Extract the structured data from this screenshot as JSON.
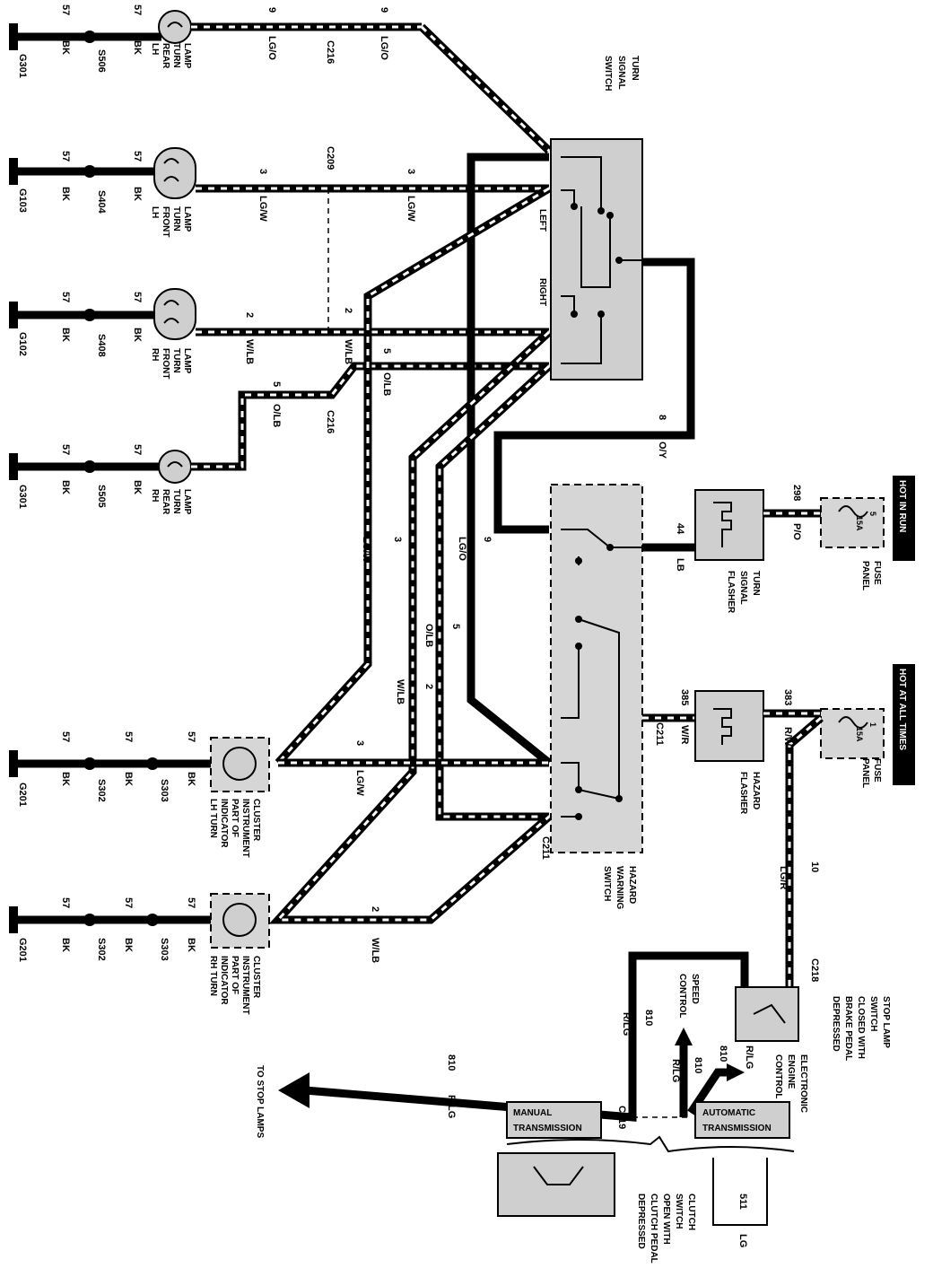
{
  "ground_lamps": [
    {
      "ground": "G301",
      "splice": "S506",
      "circuit": "57",
      "color": "BK",
      "lamp": [
        "LH",
        "REAR",
        "TURN",
        "LAMP"
      ]
    },
    {
      "ground": "G103",
      "splice": "S404",
      "circuit": "57",
      "color": "BK",
      "lamp": [
        "LH",
        "FRONT",
        "TURN",
        "LAMP"
      ]
    },
    {
      "ground": "G102",
      "splice": "S408",
      "circuit": "57",
      "color": "BK",
      "lamp": [
        "RH",
        "FRONT",
        "TURN",
        "LAMP"
      ]
    },
    {
      "ground": "G301",
      "splice": "S505",
      "circuit": "57",
      "color": "BK",
      "lamp": [
        "RH",
        "REAR",
        "TURN",
        "LAMP"
      ]
    }
  ],
  "indicators": [
    {
      "ground": "G201",
      "splice1": "S302",
      "splice2": "S303",
      "circuit": "57",
      "color": "BK",
      "label": [
        "LH TURN",
        "INDICATOR",
        "PART OF",
        "INSTRUMENT",
        "CLUSTER"
      ]
    },
    {
      "ground": "G201",
      "splice1": "S302",
      "splice2": "S303",
      "circuit": "57",
      "color": "BK",
      "label": [
        "RH TURN",
        "INDICATOR",
        "PART OF",
        "INSTRUMENT",
        "CLUSTER"
      ]
    }
  ],
  "wires": {
    "w9": {
      "num": "9",
      "color": "LG/O"
    },
    "w3": {
      "num": "3",
      "color": "LG/W"
    },
    "w2": {
      "num": "2",
      "color": "W/LB"
    },
    "w5": {
      "num": "5",
      "color": "O/LB"
    },
    "w8": {
      "num": "8",
      "color": "O/Y"
    },
    "w44": {
      "num": "44",
      "color": "LB"
    },
    "w298": {
      "num": "298",
      "color": "P/O"
    },
    "w385": {
      "num": "385",
      "color": "W/R"
    },
    "w383": {
      "num": "383",
      "color": "R/W"
    },
    "w10": {
      "num": "10",
      "color": "LG/R"
    },
    "w810": {
      "num": "810",
      "color": "R/LG"
    },
    "w511": {
      "num": "511",
      "color": "LG"
    }
  },
  "connectors": {
    "c216": "C216",
    "c209": "C209",
    "c211": "C211",
    "c218": "C218",
    "c219": "C219"
  },
  "turn_switch": {
    "title": [
      "TURN",
      "SIGNAL",
      "SWITCH"
    ],
    "left": "LEFT",
    "right": "RIGHT"
  },
  "hazard_switch": [
    "HAZARD",
    "WARNING",
    "SWITCH"
  ],
  "turn_flasher": [
    "TURN",
    "SIGNAL",
    "FLASHER"
  ],
  "hazard_flasher": [
    "HAZARD",
    "FLASHER"
  ],
  "fuse_panel": [
    "FUSE",
    "PANEL"
  ],
  "fuse1": {
    "amp": "15A",
    "num": "5"
  },
  "fuse2": {
    "amp": "15A",
    "num": "1"
  },
  "hot_in_run": "HOT IN RUN",
  "hot_at_all_times": "HOT AT ALL TIMES",
  "stop_lamp_switch": [
    "STOP LAMP",
    "SWITCH",
    "CLOSED WITH",
    "BRAKE PEDAL",
    "DEPRESSED"
  ],
  "speed_control": [
    "SPEED",
    "CONTROL"
  ],
  "eec": [
    "ELECTRONIC",
    "ENGINE",
    "CONTROL"
  ],
  "to_stop_lamps": "TO STOP LAMPS",
  "manual_transmission": [
    "MANUAL",
    "TRANSMISSION"
  ],
  "automatic_transmission": [
    "AUTOMATIC",
    "TRANSMISSION"
  ],
  "clutch_switch": [
    "CLUTCH",
    "SWITCH",
    "OPEN WITH",
    "CLUTCH PEDAL",
    "DEPRESSED"
  ]
}
